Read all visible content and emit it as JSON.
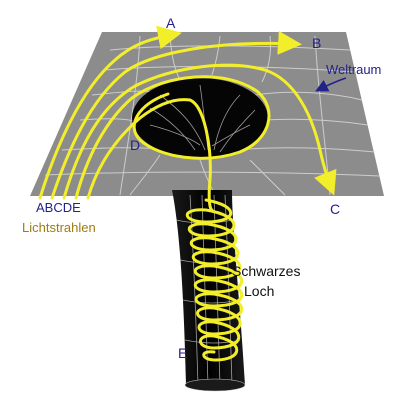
{
  "labels": {
    "ray_a": "A",
    "ray_b": "B",
    "ray_c": "C",
    "ray_d": "D",
    "ray_e": "E",
    "ray_letters": "ABCDE",
    "space": "Weltraum",
    "light_rays": "Lichtstrahlen",
    "black_hole_line1": "Schwarzes",
    "black_hole_line2": "Loch"
  },
  "colors": {
    "plane": "#8c8c8c",
    "grid": "#d8d8d8",
    "hole": "#050505",
    "rays": "#f2ee2a",
    "text_blue": "#22228a",
    "text_gold": "#a07c10"
  }
}
